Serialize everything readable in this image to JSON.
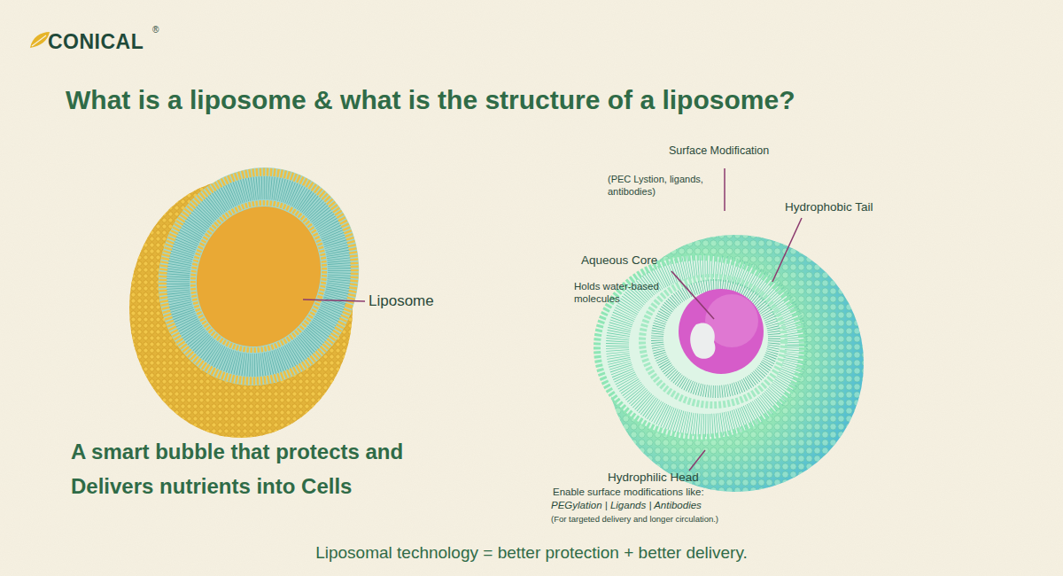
{
  "diagram": {
    "title": "What is a liposome & what is the structure of a liposome?",
    "caption": "Liposomal technology = better protection + better delivery.",
    "labels": [
      "CONICAL",
      "®",
      "Liposome",
      "A smart bubble that protects and Delivers nutrients into Cells",
      "Surface Modification",
      "(PEC Lystion, ligands, antibodies)",
      "Hydrophobic Tail",
      "Aqueous Core",
      "Holds water-based molecules",
      "Hydrophilic Head",
      "Enable surface modifications like:",
      "PEGylation | Ligands | Antibodies",
      "(For targeted delivery and longer circulation.)"
    ]
  }
}
